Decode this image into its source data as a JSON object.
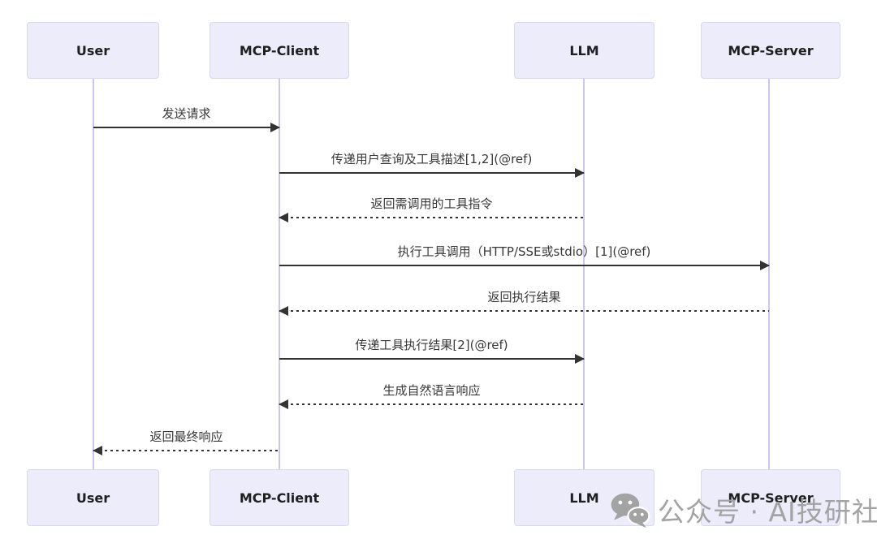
{
  "diagram": {
    "type": "sequence",
    "actors": [
      {
        "id": "user",
        "name": "User"
      },
      {
        "id": "mcp-client",
        "name": "MCP-Client"
      },
      {
        "id": "llm",
        "name": "LLM"
      },
      {
        "id": "mcp-server",
        "name": "MCP-Server"
      }
    ],
    "messages": [
      {
        "from": "User",
        "to": "MCP-Client",
        "label": "发送请求",
        "line": "solid"
      },
      {
        "from": "MCP-Client",
        "to": "LLM",
        "label": "传递用户查询及工具描述[1,2](@ref)",
        "line": "solid"
      },
      {
        "from": "LLM",
        "to": "MCP-Client",
        "label": "返回需调用的工具指令",
        "line": "dashed"
      },
      {
        "from": "MCP-Client",
        "to": "MCP-Server",
        "label": "执行工具调用（HTTP/SSE或stdio）[1](@ref)",
        "line": "solid"
      },
      {
        "from": "MCP-Server",
        "to": "MCP-Client",
        "label": "返回执行结果",
        "line": "dashed"
      },
      {
        "from": "MCP-Client",
        "to": "LLM",
        "label": "传递工具执行结果[2](@ref)",
        "line": "solid"
      },
      {
        "from": "LLM",
        "to": "MCP-Client",
        "label": "生成自然语言响应",
        "line": "dashed"
      },
      {
        "from": "MCP-Client",
        "to": "User",
        "label": "返回最终响应",
        "line": "dashed"
      }
    ]
  },
  "watermark": {
    "icon": "wechat-icon",
    "text": "公众号 · AI技研社"
  },
  "colors": {
    "background": "#ffffff",
    "actor_fill": "#ececfb",
    "actor_border": "#d7d7ef",
    "lifeline": "#cbc7ef",
    "arrow": "#333333",
    "label_text": "#383838",
    "watermark": "#a3a3a3"
  }
}
